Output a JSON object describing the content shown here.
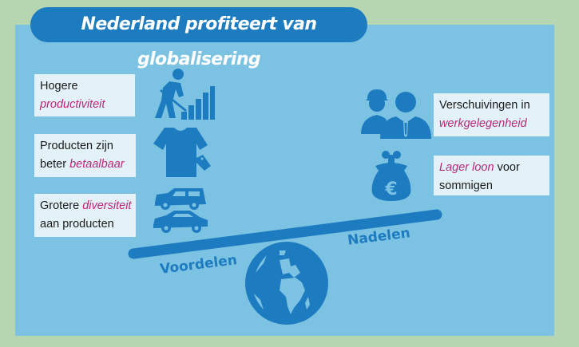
{
  "title": "Nederland profiteert van globalisering",
  "colors": {
    "background": "#b6d6b1",
    "panel": "#7cc3e3",
    "accent_blue": "#1d7bc0",
    "box_bg": "#e2f2f8",
    "highlight": "#b8287a"
  },
  "advantages": [
    {
      "plain_before": "Hogere",
      "highlight": "productiviteit",
      "plain_after": "",
      "icon": "worker-chart-icon"
    },
    {
      "plain_before": "Producten zijn beter",
      "highlight": "betaalbaar",
      "plain_after": "",
      "icon": "tshirt-price-tag-icon"
    },
    {
      "plain_before": "Grotere",
      "highlight": "diversiteit",
      "plain_after": "aan producten",
      "icon": "cars-icon"
    }
  ],
  "disadvantages": [
    {
      "plain_before": "Verschuivingen in",
      "highlight": "werkgelegenheid",
      "plain_after": "",
      "icon": "workers-icon"
    },
    {
      "plain_before": "",
      "highlight": "Lager loon",
      "plain_after": "voor sommigen",
      "icon": "euro-purse-icon"
    }
  ],
  "scale": {
    "left_label": "Voordelen",
    "right_label": "Nadelen",
    "fulcrum_icon": "globe-icon"
  }
}
